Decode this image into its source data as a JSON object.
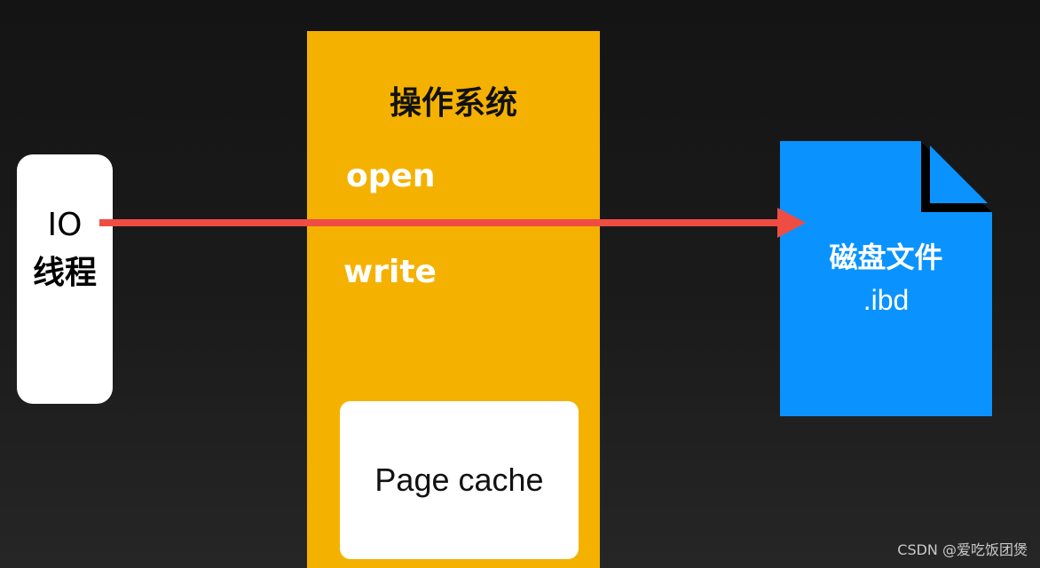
{
  "io_thread": {
    "line1": "IO",
    "line2": "线程"
  },
  "os": {
    "title": "操作系统",
    "open_label": "open",
    "write_label": "write",
    "page_cache_label": "Page cache"
  },
  "disk_file": {
    "name": "磁盘文件",
    "ext": ".ibd"
  },
  "watermark": "CSDN @爱吃饭团煲",
  "colors": {
    "background": "#1a1a1a",
    "os_column": "#f5b100",
    "file": "#0a93ff",
    "arrow": "#ef4c43"
  }
}
